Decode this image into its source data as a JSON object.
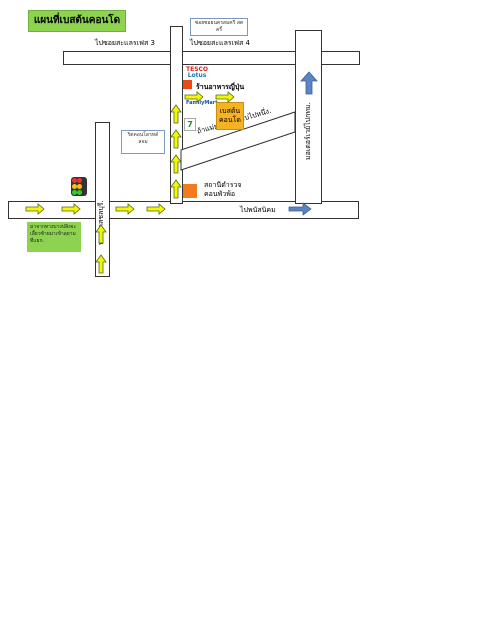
{
  "title": "แผนที่เบสต้นคอนโด",
  "roads": {
    "top_left_label": "ไปซอยสะแลรเฟส 3",
    "top_right_label": "ไปซอยสะแลรเฟส 4",
    "main_road_label": "ไปพนัสนิคม",
    "diagonal_road_label": "ถ้าแม่ยมเดรลับริบไปหนึ่ง.",
    "left_vertical_label": "บายพาสชลบุรี.",
    "right_vertical_label": "มอเตอร์เวย์ไปกทม."
  },
  "places": {
    "top_box": "ซอยซอยนครสมครี สตครี้",
    "tesco_line1": "TESCO",
    "tesco_line2": "Lotus",
    "japanese_restaurant": "ร้านอาหารญี่ปุ่น",
    "familymart": "FamilyMart",
    "seven_eleven": "7",
    "condo": "เบสต้นคอนโด",
    "left_box": "ริตคอนโดรทด์ ลจม",
    "police": "สถานีตำรวจ คอนพัวพ้อ",
    "note": "มาจากทางบางปลิงจะเลี้ยวซ้ายมาเข้าลุยามที่แยก."
  },
  "colors": {
    "arrow_fill": "#f3f700",
    "arrow_stroke": "#4f6b1f",
    "blue_arrow": "#5b84c4",
    "condo": "#f5b323",
    "marker_red": "#e84a1a",
    "marker_orange": "#f47a1e",
    "note_green": "#8ed34f"
  },
  "icons": [
    "traffic-light-icon",
    "seven-eleven-icon",
    "familymart-icon",
    "tesco-lotus-icon"
  ]
}
